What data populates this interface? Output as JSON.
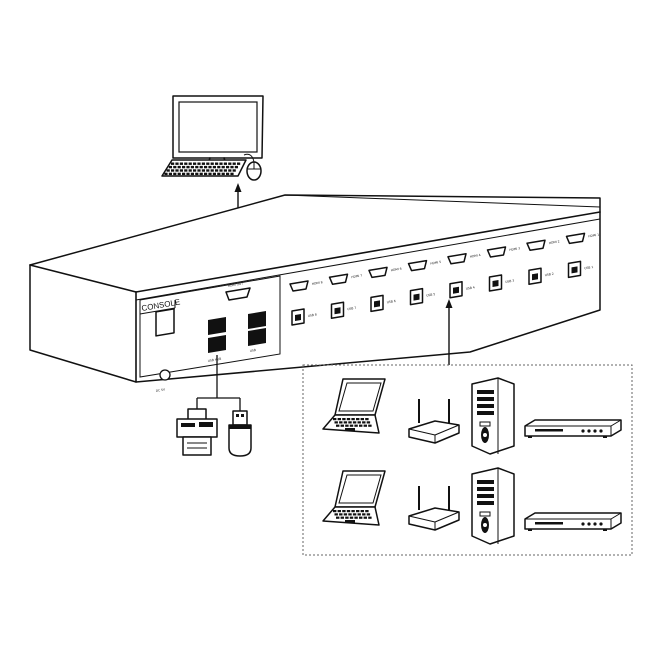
{
  "console_label": "CONSOLE",
  "hdmi_out_label": "HDMI OUT",
  "dc_in_label": "DC 5V",
  "usb_hub_label": "USB HUB",
  "usb_label": "USB",
  "hdmi_inputs": [
    "HDMI 8",
    "HDMI 7",
    "HDMI 6",
    "HDMI 5",
    "HDMI 4",
    "HDMI 3",
    "HDMI 2",
    "HDMI 1"
  ],
  "usb_inputs": [
    "USB 8",
    "USB 7",
    "USB 6",
    "USB 5",
    "USB 4",
    "USB 3",
    "USB 2",
    "USB 1"
  ],
  "devices": [
    "monitor-keyboard-mouse",
    "printer",
    "usb-drive",
    "laptop",
    "router",
    "pc-tower",
    "dvd-player"
  ]
}
